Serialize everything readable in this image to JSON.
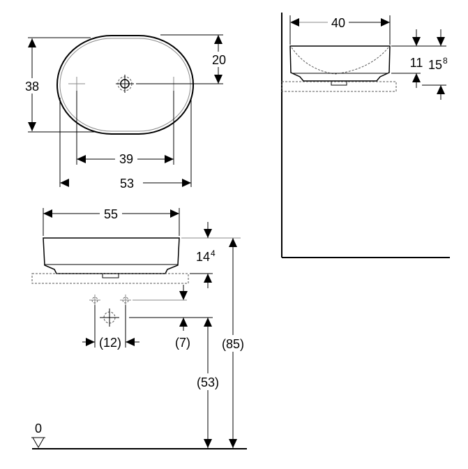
{
  "top_view": {
    "height": "38",
    "drain_offset": "20",
    "tap_spacing": "39",
    "width": "53"
  },
  "side_view": {
    "depth": "40",
    "bowl_height": "11",
    "total_height_main": "15",
    "total_height_sup": "8"
  },
  "front_view": {
    "width": "55",
    "height_main": "14",
    "height_sup": "4",
    "tap_spacing": "(12)",
    "drain_offset": "(7)",
    "drain_height": "(53)",
    "rim_height": "(85)",
    "floor_level": "0"
  }
}
